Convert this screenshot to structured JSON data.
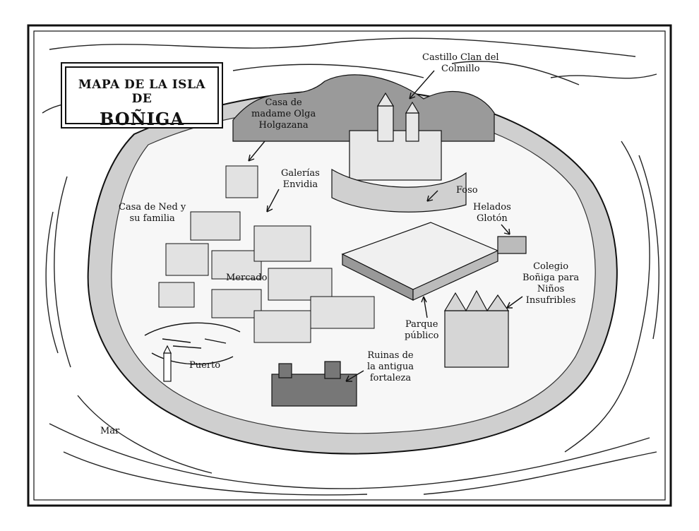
{
  "title": {
    "line1": "MAPA DE LA ISLA DE",
    "line2": "BOÑIGA"
  },
  "places": {
    "castillo": [
      "Castillo Clan del",
      "Colmillo"
    ],
    "olga": [
      "Casa de",
      "madame Olga",
      "Holgazana"
    ],
    "galerias": [
      "Galerías",
      "Envidia"
    ],
    "ned": [
      "Casa de Ned y",
      "su familia"
    ],
    "foso": [
      "Foso"
    ],
    "helados": [
      "Helados",
      "Glotón"
    ],
    "mercado": [
      "Mercado"
    ],
    "colegio": [
      "Colegio",
      "Boñiga para",
      "Niños",
      "Insufribles"
    ],
    "parque": [
      "Parque",
      "público"
    ],
    "ruinas": [
      "Ruinas de",
      "la antigua",
      "fortaleza"
    ],
    "puerto": [
      "Puerto"
    ],
    "mar": [
      "Mar"
    ]
  },
  "colors": {
    "ink": "#111111",
    "island": "#d9d9d9",
    "water": "#f4f4f4"
  }
}
